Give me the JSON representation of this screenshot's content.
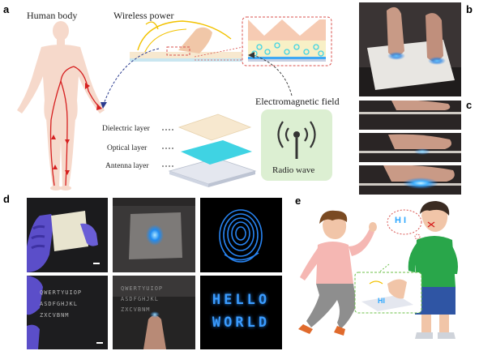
{
  "panel_labels": {
    "a": "a",
    "b": "b",
    "c": "c",
    "d": "d",
    "e": "e"
  },
  "panel_a": {
    "human_body": "Human body",
    "wireless_power": "Wireless power",
    "electromagnetic_field": "Electromagnetic field",
    "radio_wave": "Radio wave",
    "layers": [
      "Dielectric layer",
      "Optical layer",
      "Antenna layer"
    ]
  },
  "panel_d": {
    "keyboard_rows": [
      "QWERTYUIOP",
      "ASDFGHJKL",
      "ZXCVBNM"
    ],
    "message_lines": [
      "HELLO",
      "WORLD"
    ]
  },
  "panel_e": {
    "bubble_text": "H I",
    "tablet_text": "HI"
  },
  "colors": {
    "body_skin": "#f6d9cb",
    "nerve_red": "#d62020",
    "glow_blue": "#2ea8ff",
    "dashed_red": "#d9534f",
    "dashed_green": "#6cc04a",
    "radio_box": "#dcefd2",
    "optical_layer": "#3fd3e3",
    "dielectric_layer": "#f7e8cf",
    "antenna_layer": "#e4e7ef"
  }
}
